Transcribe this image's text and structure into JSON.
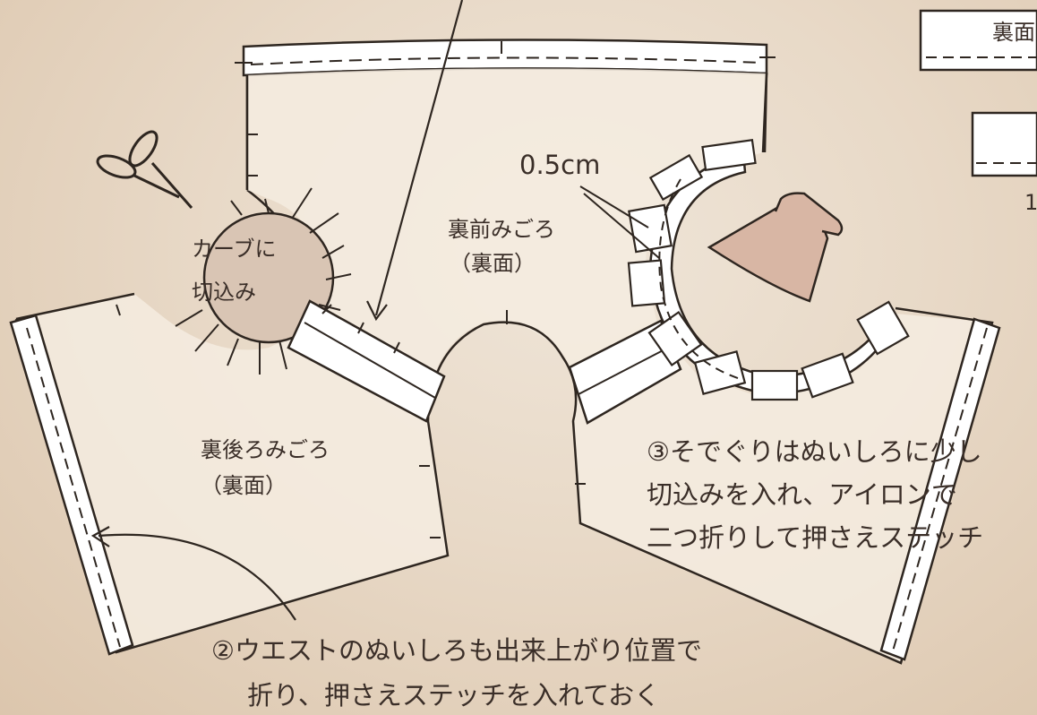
{
  "colors": {
    "background": "#e8dccd",
    "fabric": "#f4ece1",
    "outline": "#2e2620",
    "iron": "#d8b6a4",
    "highlight": "#ffffff"
  },
  "labels": {
    "front_piece": [
      "裏前みごろ",
      "（裏面）"
    ],
    "back_piece": [
      "裏後ろみごろ",
      "（裏面）"
    ],
    "curve_notch": [
      "カーブに",
      "切込み"
    ],
    "allowance": "0.5cm",
    "step3": [
      "③そでぐりはぬいしろに少し",
      "切込みを入れ、アイロンで",
      "二つ折りして押さえステッチ"
    ],
    "step2": [
      "②ウエストのぬいしろも出来上がり位置で",
      "折り、押さえステッチを入れておく"
    ],
    "corner_text": "裏面",
    "corner_partial": "1"
  },
  "icons": [
    "scissors-icon",
    "iron-icon"
  ]
}
